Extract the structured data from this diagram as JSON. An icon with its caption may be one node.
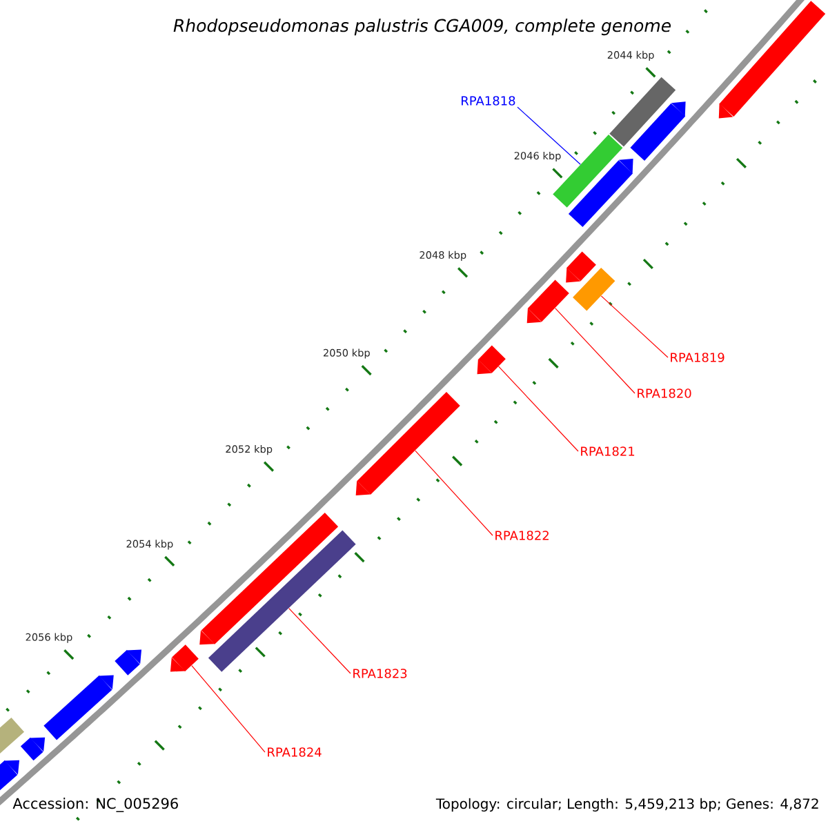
{
  "diagram": {
    "title": "Rhodopseudomonas palustris CGA009, complete genome",
    "nodes": [
      {
        "text": [
          "RPA1818"
        ]
      },
      {
        "text": [
          "RPA1819"
        ]
      },
      {
        "text": [
          "RPA1820"
        ]
      },
      {
        "text": [
          "RPA1821"
        ]
      },
      {
        "text": [
          "RPA1822"
        ]
      },
      {
        "text": [
          "RPA1823"
        ]
      },
      {
        "text": [
          "RPA1824"
        ]
      },
      {
        "text": [],
        "shape": "pentagon"
      },
      {
        "text": [],
        "shape": "box"
      },
      {
        "text": [],
        "shape": "pentagon"
      },
      {
        "text": [],
        "shape": "box"
      },
      {
        "text": [],
        "shape": "pentagon"
      },
      {
        "text": [],
        "shape": "box"
      },
      {
        "text": [],
        "shape": "pentagon"
      },
      {
        "text": [],
        "shape": "pentagon"
      },
      {
        "text": [],
        "shape": "pentagon"
      },
      {
        "text": [],
        "shape": "pentagon"
      },
      {
        "text": [],
        "shape": "pentagon"
      },
      {
        "text": [],
        "shape": "box"
      },
      {
        "text": [],
        "shape": "pentagon"
      },
      {
        "text": [],
        "shape": "pentagon"
      },
      {
        "text": [],
        "shape": "pentagon"
      },
      {
        "text": [],
        "shape": "pentagon"
      },
      {
        "text": [],
        "shape": "box"
      },
      {
        "text": [],
        "shape": "pentagon"
      }
    ],
    "edges": [
      {
        "from": 0,
        "to": 10,
        "arrow": "none",
        "color": "#0000ff"
      },
      {
        "from": 1,
        "to": 12,
        "arrow": "none"
      },
      {
        "from": 2,
        "to": 14,
        "arrow": "none"
      },
      {
        "from": 3,
        "to": 15,
        "arrow": "none"
      },
      {
        "from": 4,
        "to": 16,
        "arrow": "none"
      },
      {
        "from": 5,
        "to": 18,
        "arrow": "none"
      },
      {
        "from": 6,
        "to": 19,
        "arrow": "none"
      }
    ],
    "labels": [
      "2044 kbp",
      "2046 kbp",
      "2048 kbp",
      "2050 kbp",
      "2052 kbp",
      "2054 kbp",
      "2056 kbp",
      "Accession: NC_005296",
      "Topology: circular; Length: 5,459,213 bp; Genes: 4,872"
    ]
  }
}
